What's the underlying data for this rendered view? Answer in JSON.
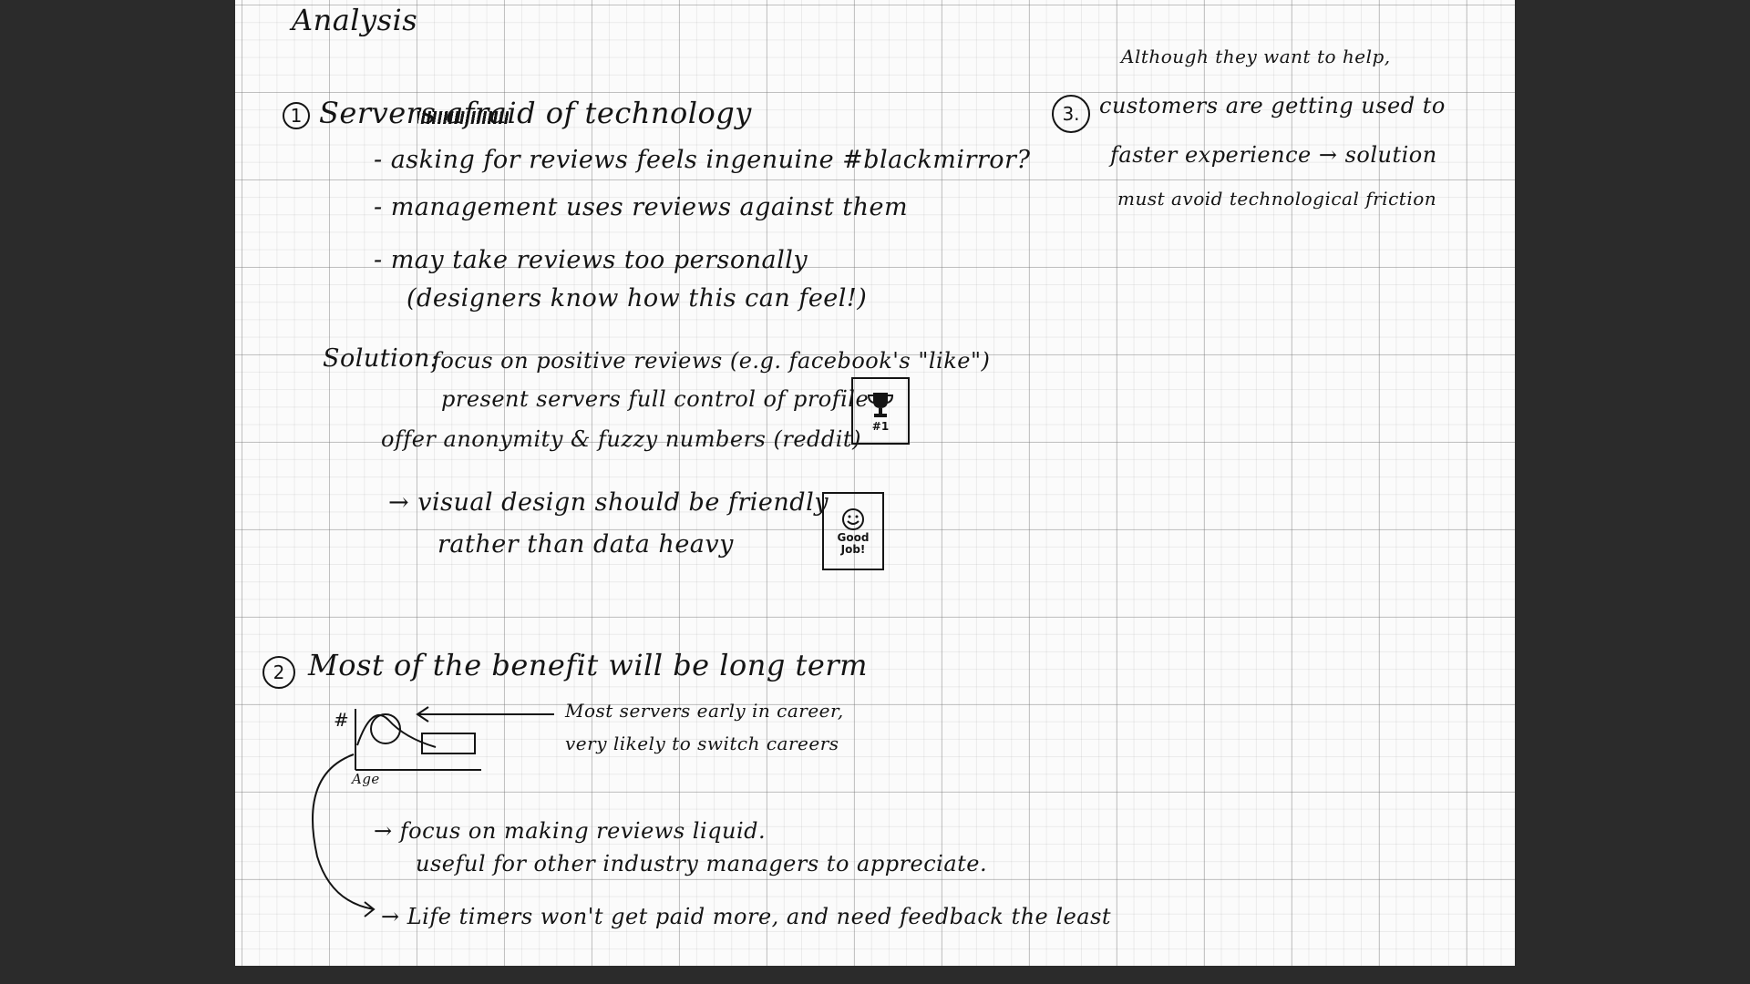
{
  "page": {
    "title": "Analysis"
  },
  "section1": {
    "number": "1",
    "heading": "Servers afraid of technology",
    "bullets": [
      "- asking for reviews feels ingenuine #blackmirror?",
      "- management uses reviews against them",
      "- may take reviews too personally",
      "(designers know how this can feel!)"
    ],
    "solution_label": "Solution:",
    "solution_lines": [
      "focus on positive reviews (e.g. facebook's \"like\")",
      "present servers full control of profile",
      "offer anonymity & fuzzy numbers (reddit)"
    ],
    "design_lines": [
      "→ visual design should be friendly",
      "rather than data heavy"
    ],
    "trophy_box": {
      "icon": "trophy-icon",
      "label": "#1"
    },
    "smile_box": {
      "icon": "smiley-icon",
      "label": "Good Job!"
    }
  },
  "section2": {
    "number": "2",
    "heading": "Most of the benefit will be long term",
    "graph": {
      "ylabel": "#",
      "xlabel": "Age"
    },
    "note_lines": [
      "Most servers early in career,",
      "very likely to switch careers"
    ],
    "focus_lines": [
      "→ focus on making reviews liquid.",
      "useful for other industry managers to appreciate."
    ],
    "lifetimer_line": "→ Life timers won't get paid more, and need feedback the least"
  },
  "section3": {
    "number": "3.",
    "lines": [
      "Although they want to help,",
      "customers are getting used to",
      "faster experience → solution",
      "must avoid technological friction"
    ]
  }
}
